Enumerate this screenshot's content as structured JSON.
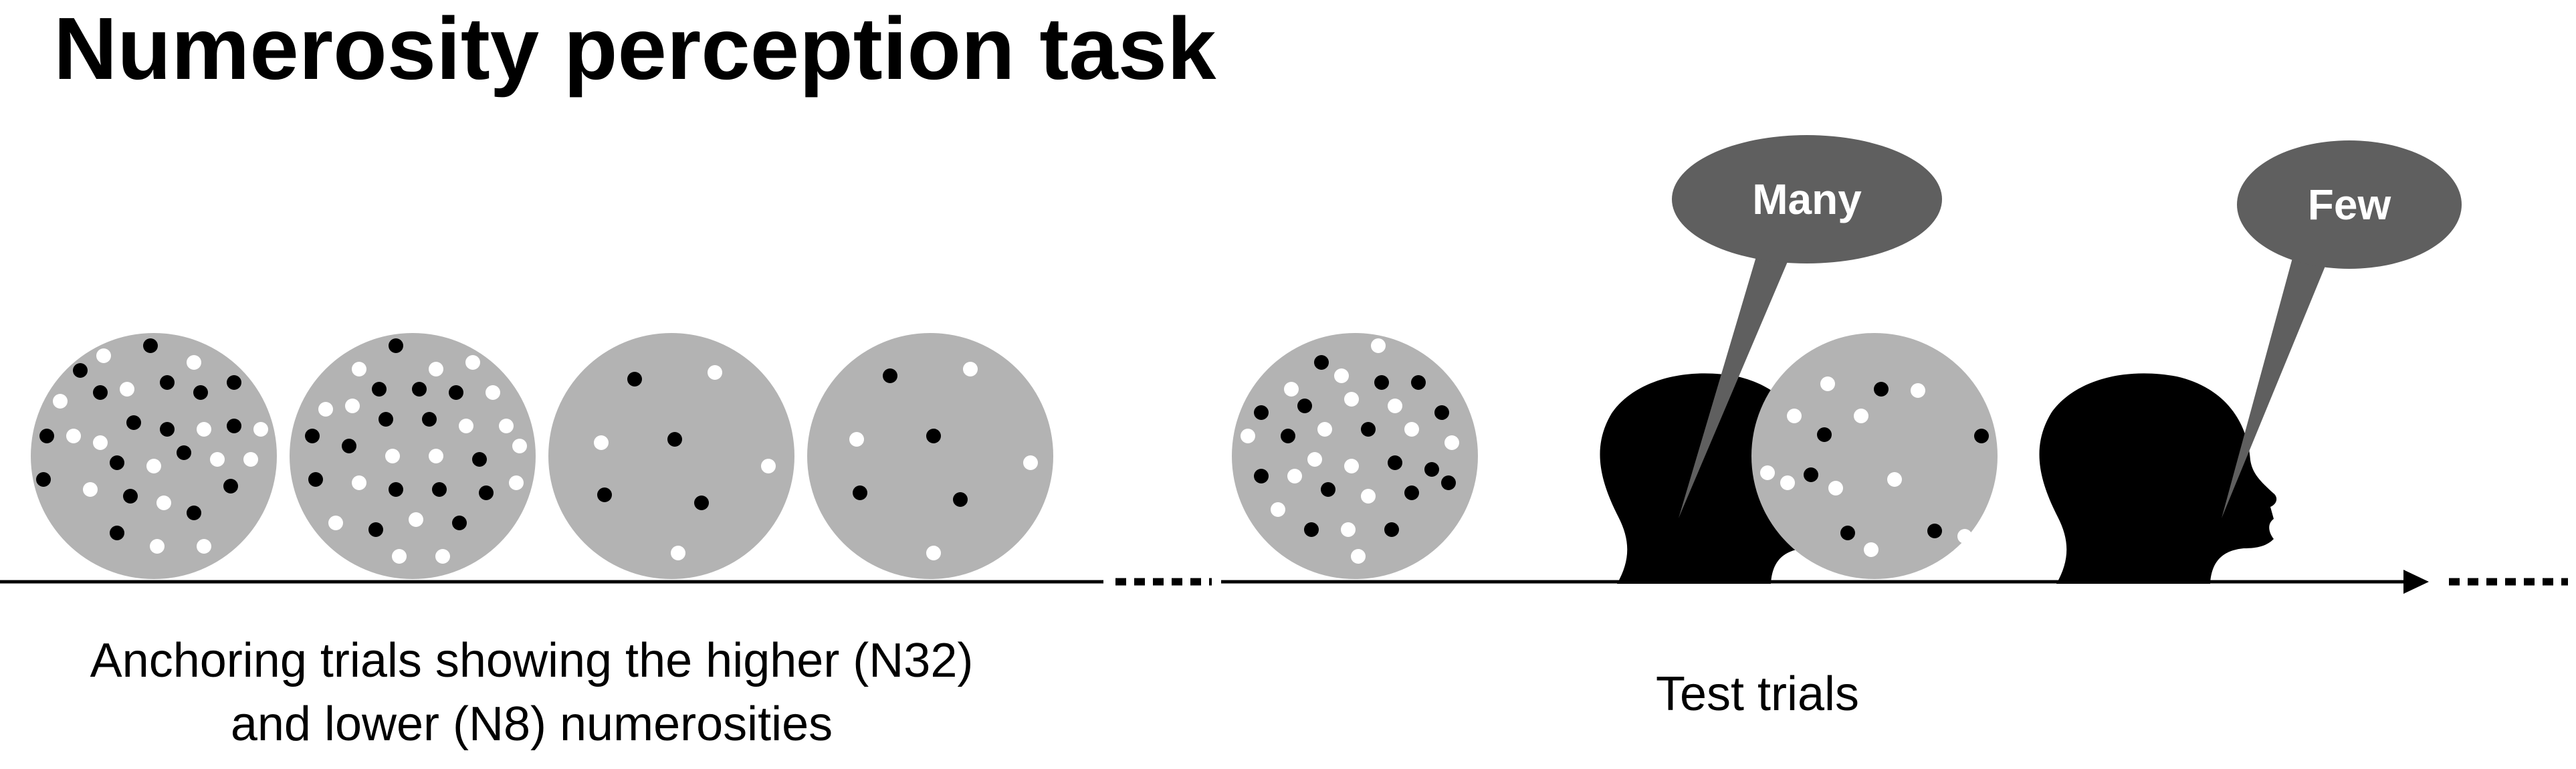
{
  "title": "Numerosity perception task",
  "anchoring_caption": {
    "line1": "Anchoring trials showing the higher (N32)",
    "line2": "and lower (N8) numerosities"
  },
  "test_caption": "Test trials",
  "responses": {
    "first": "Many",
    "second": "Few"
  },
  "colors": {
    "disc": "#b3b3b3",
    "bubble": "#5f5f5f",
    "dot_black": "#000000",
    "dot_white": "#ffffff",
    "head": "#000000",
    "timeline": "#000000"
  },
  "stimuli": [
    {
      "phase": "anchoring",
      "numerosity": 32
    },
    {
      "phase": "anchoring",
      "numerosity": 32
    },
    {
      "phase": "anchoring",
      "numerosity": 8
    },
    {
      "phase": "anchoring",
      "numerosity": 8
    },
    {
      "phase": "test",
      "numerosity": 32
    },
    {
      "phase": "test",
      "numerosity": 16
    }
  ]
}
